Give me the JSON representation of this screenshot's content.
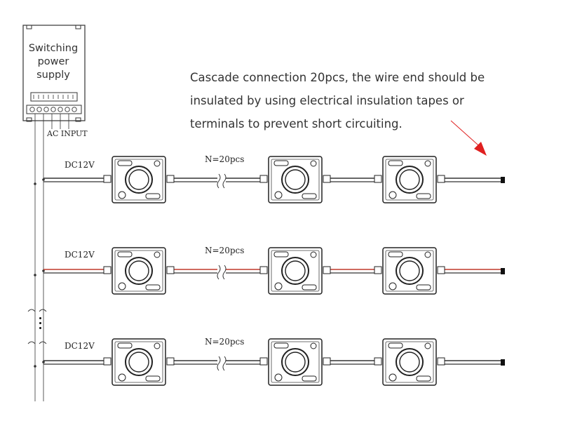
{
  "power_supply": {
    "label_lines": [
      "Switching",
      "power",
      "supply"
    ],
    "input_label": "AC INPUT"
  },
  "note": {
    "lines": [
      "Cascade connection 20pcs, the wire end should be",
      "insulated by using electrical insulation tapes or",
      "terminals to prevent short circuiting."
    ],
    "arrow_color": "#e02020"
  },
  "rows": [
    {
      "voltage_label": "DC12V",
      "count_label": "N=20pcs",
      "wire_color": "#c0392b",
      "colored_wires": false
    },
    {
      "voltage_label": "DC12V",
      "count_label": "N=20pcs",
      "wire_color": "#c0392b",
      "colored_wires": true
    },
    {
      "voltage_label": "DC12V",
      "count_label": "N=20pcs",
      "wire_color": "#c0392b",
      "colored_wires": false
    }
  ]
}
